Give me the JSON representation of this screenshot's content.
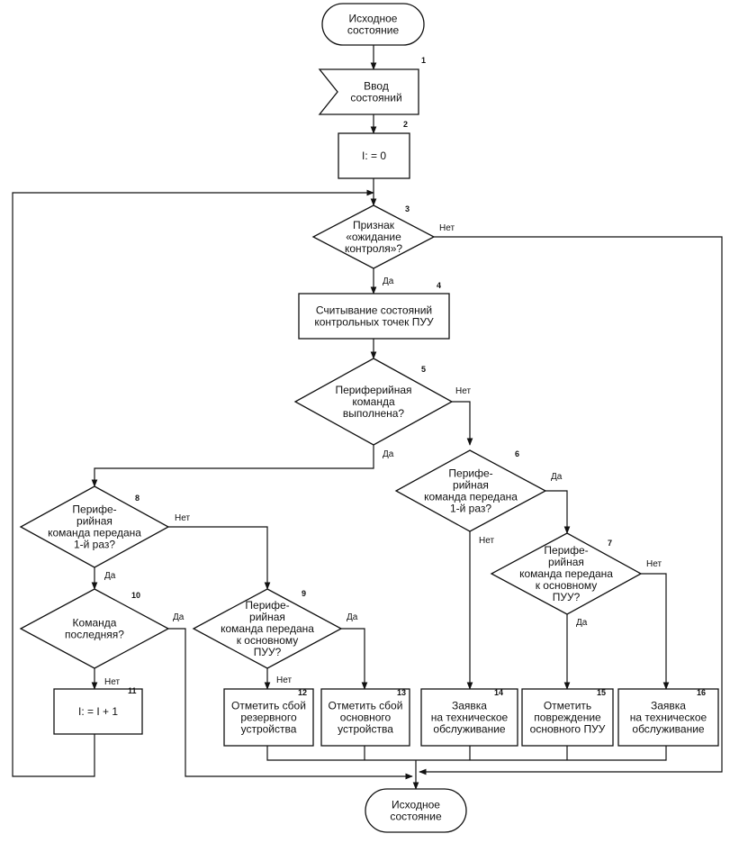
{
  "nodes": {
    "start": {
      "lines": [
        "Исходное",
        "состояние"
      ]
    },
    "n1": {
      "num": "1",
      "lines": [
        "Ввод",
        "состояний"
      ]
    },
    "n2": {
      "num": "2",
      "lines": [
        "I: = 0"
      ]
    },
    "n3": {
      "num": "3",
      "lines": [
        "Признак",
        "«ожидание",
        "контроля»?"
      ]
    },
    "n4": {
      "num": "4",
      "lines": [
        "Считывание состояний",
        "контрольных точек ПУУ"
      ]
    },
    "n5": {
      "num": "5",
      "lines": [
        "Периферийная",
        "команда",
        "выполнена?"
      ]
    },
    "n6": {
      "num": "6",
      "lines": [
        "Перифе-",
        "рийная",
        "команда передана",
        "1-й раз?"
      ]
    },
    "n7": {
      "num": "7",
      "lines": [
        "Перифе-",
        "рийная",
        "команда передана",
        "к основному",
        "ПУУ?"
      ]
    },
    "n8": {
      "num": "8",
      "lines": [
        "Перифе-",
        "рийная",
        "команда передана",
        "1-й раз?"
      ]
    },
    "n9": {
      "num": "9",
      "lines": [
        "Перифе-",
        "рийная",
        "команда передана",
        "к основному",
        "ПУУ?"
      ]
    },
    "n10": {
      "num": "10",
      "lines": [
        "Команда",
        "последняя?"
      ]
    },
    "n11": {
      "num": "11",
      "lines": [
        "I: = I + 1"
      ]
    },
    "n12": {
      "num": "12",
      "lines": [
        "Отметить сбой",
        "резервного",
        "устройства"
      ]
    },
    "n13": {
      "num": "13",
      "lines": [
        "Отметить сбой",
        "основного",
        "устройства"
      ]
    },
    "n14": {
      "num": "14",
      "lines": [
        "Заявка",
        "на техническое",
        "обслуживание"
      ]
    },
    "n15": {
      "num": "15",
      "lines": [
        "Отметить",
        "повреждение",
        "основного ПУУ"
      ]
    },
    "n16": {
      "num": "16",
      "lines": [
        "Заявка",
        "на техническое",
        "обслуживание"
      ]
    },
    "end": {
      "lines": [
        "Исходное",
        "состояние"
      ]
    }
  },
  "edge_labels": {
    "n3_no": "Нет",
    "n3_yes": "Да",
    "n5_no": "Нет",
    "n5_yes": "Да",
    "n6_yes": "Да",
    "n6_no": "Нет",
    "n7_no": "Нет",
    "n7_yes": "Да",
    "n8_no": "Нет",
    "n8_yes": "Да",
    "n9_yes": "Да",
    "n9_no": "Нет",
    "n10_yes": "Да",
    "n10_no": "Нет"
  }
}
